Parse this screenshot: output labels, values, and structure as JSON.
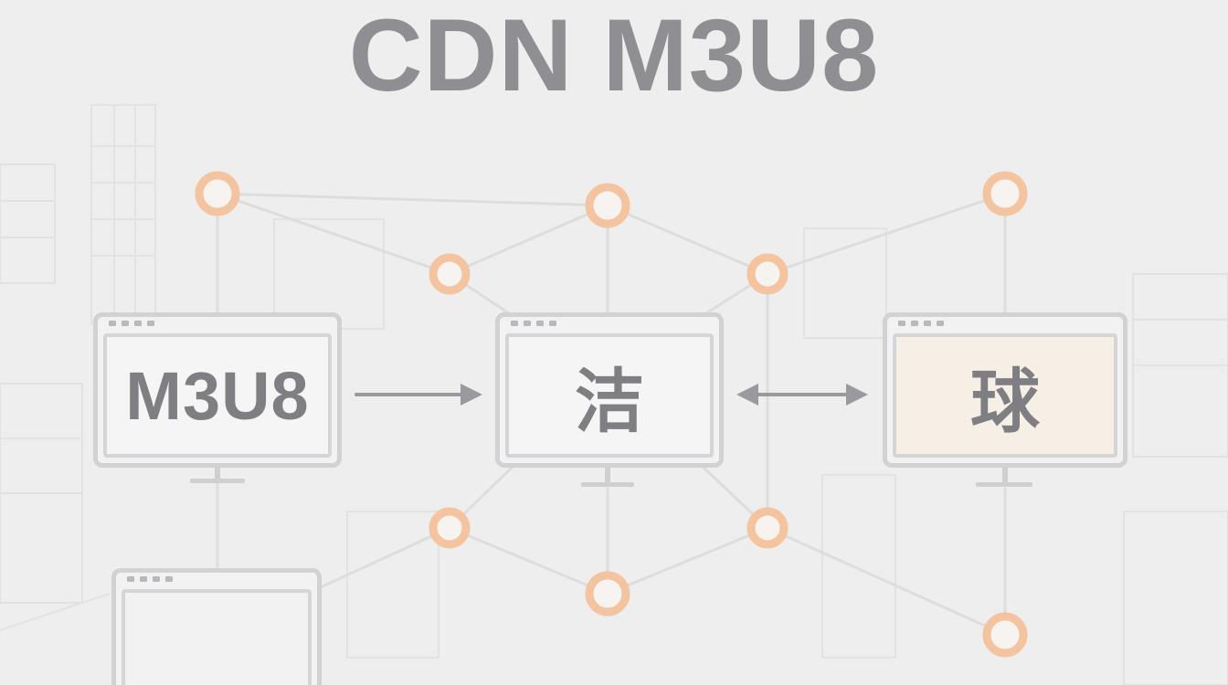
{
  "title": "CDN M3U8",
  "windows": {
    "left": {
      "label": "M3U8"
    },
    "center": {
      "label": "洁"
    },
    "right": {
      "label": "球"
    },
    "bottom": {
      "label": ""
    }
  },
  "colors": {
    "background": "#efeeee",
    "title": "#8f8e93",
    "node": "#f3c49f",
    "edge": "#d9d8db",
    "arrow": "#9a999d",
    "window_border": "#d2d1d4",
    "warm_screen": "#f6efe6"
  },
  "arrows": [
    {
      "from": "left",
      "to": "center",
      "direction": "forward"
    },
    {
      "from": "center",
      "to": "right",
      "direction": "both"
    }
  ]
}
